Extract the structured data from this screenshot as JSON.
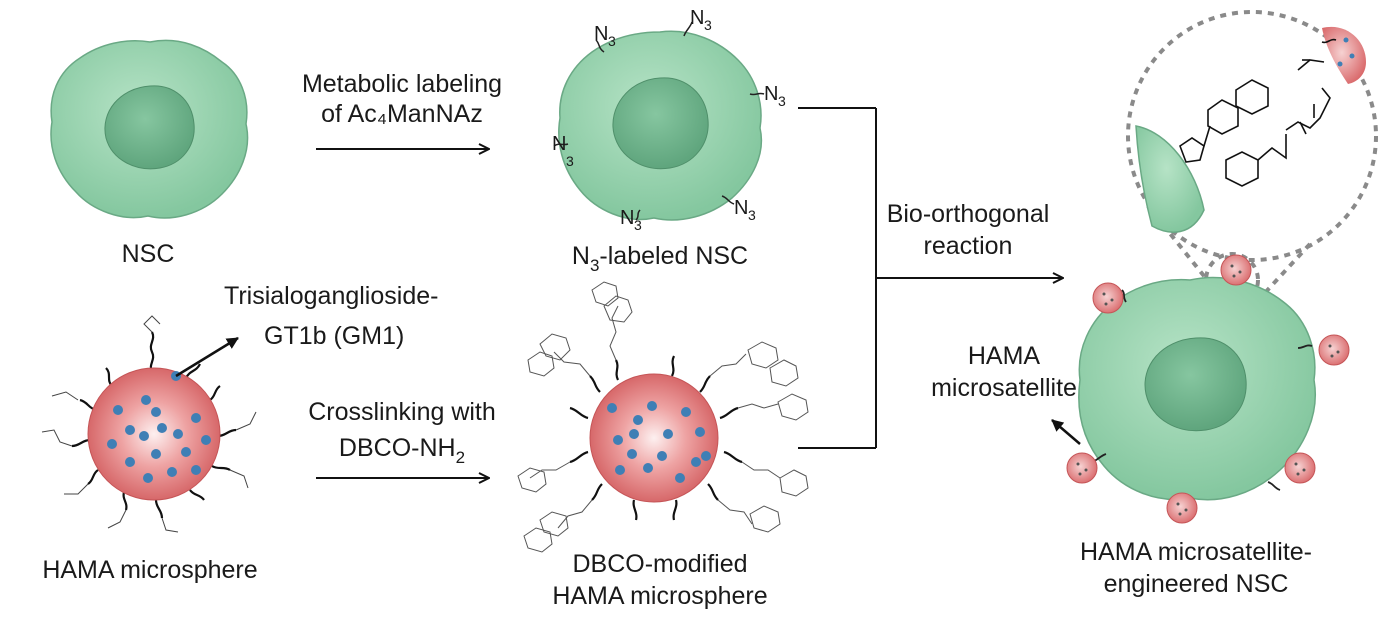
{
  "labels": {
    "nsc": "NSC",
    "metabolic_line1": "Metabolic labeling",
    "metabolic_line2": "of Ac₄ManNAz",
    "n3_labeled_n": "N",
    "n3_labeled_sub": "3",
    "n3_labeled_rest": "-labeled NSC",
    "bio_line1": "Bio-orthogonal",
    "bio_line2": "reaction",
    "trisialo_line1": "Trisialoganglioside-",
    "trisialo_line2": "GT1b (GM1)",
    "crosslink_line1": "Crosslinking with",
    "crosslink_line2_main": "DBCO-NH",
    "crosslink_line2_sub": "2",
    "hama_microsphere": "HAMA microsphere",
    "dbco_line1": "DBCO-modified",
    "dbco_line2": "HAMA microsphere",
    "microsat_line1": "HAMA",
    "microsat_line2": "microsatellite",
    "engineered_line1": "HAMA microsatellite-",
    "engineered_line2": "engineered NSC"
  },
  "azide": {
    "n": "N",
    "sub": "3"
  },
  "colors": {
    "cell_fill": "#93d3ad",
    "cell_edge": "#5c9f78",
    "nucleus_fill": "#6fb48c",
    "sphere_fill": "#d9686a",
    "sphere_highlight": "#fbe2e2",
    "dot": "#3f7fb5",
    "arrow": "#111111",
    "dashed": "#8a8a8a"
  }
}
